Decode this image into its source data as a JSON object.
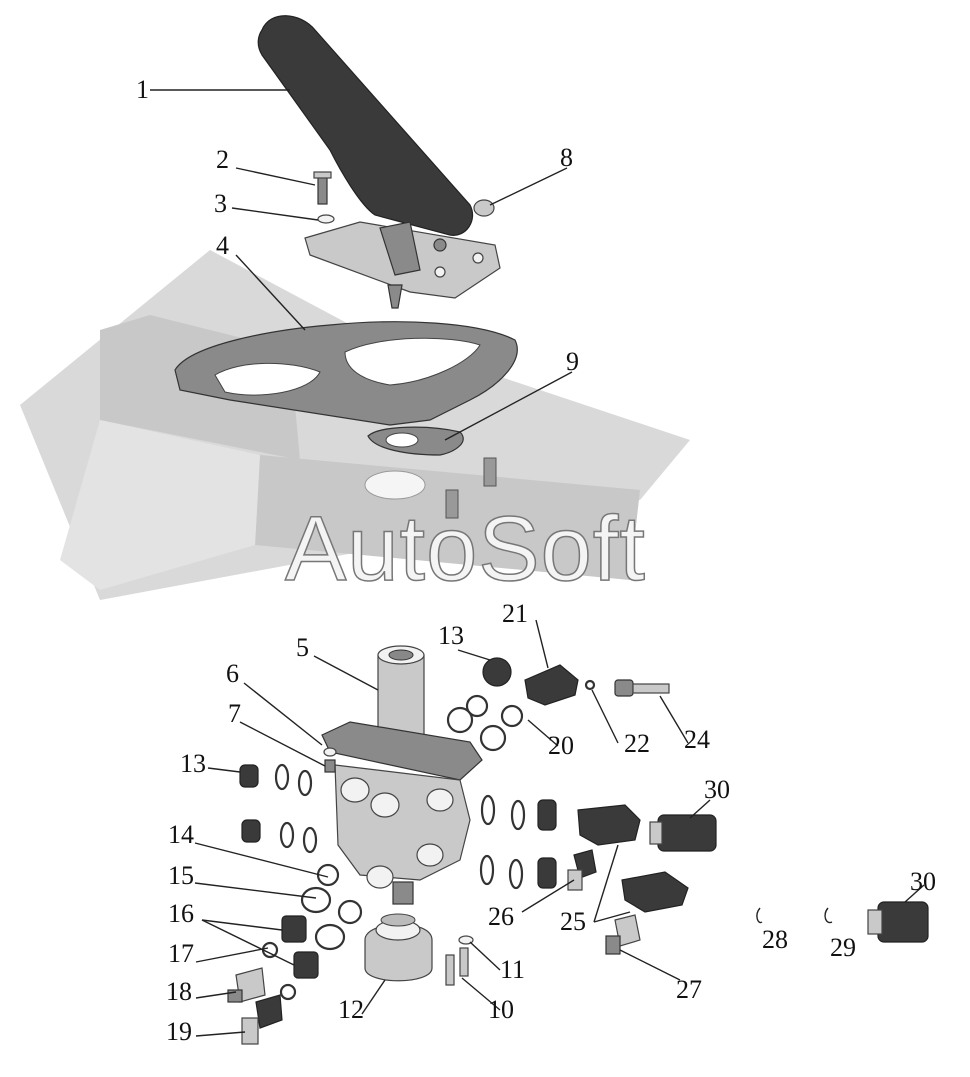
{
  "watermark": "AutoSoft",
  "callouts": {
    "c1": "1",
    "c2": "2",
    "c3": "3",
    "c4": "4",
    "c5": "5",
    "c6": "6",
    "c7": "7",
    "c8": "8",
    "c9": "9",
    "c10": "10",
    "c11": "11",
    "c12": "12",
    "c13a": "13",
    "c13b": "13",
    "c14": "14",
    "c15": "15",
    "c16": "16",
    "c17": "17",
    "c18": "18",
    "c19": "19",
    "c20": "20",
    "c21": "21",
    "c22": "22",
    "c24": "24",
    "c25": "25",
    "c26": "26",
    "c27": "27",
    "c28": "28",
    "c29": "29",
    "c30a": "30",
    "c30b": "30"
  },
  "colors": {
    "background": "#ffffff",
    "floor": "#d9d9d9",
    "part_dark": "#3a3a3a",
    "part_light": "#c9c9c9"
  }
}
